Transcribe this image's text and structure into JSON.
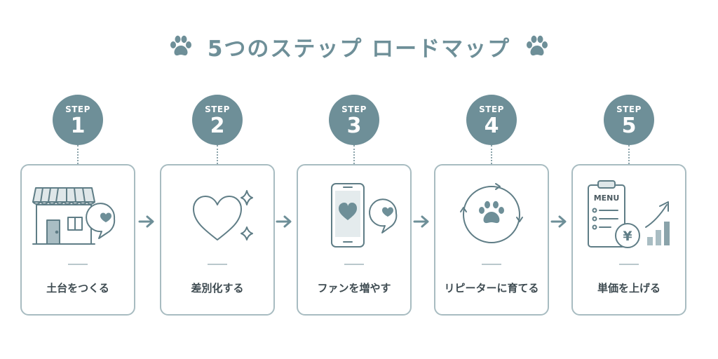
{
  "title": "5つのステップ ロードマップ",
  "icons": {
    "title_left": "paw-print-icon",
    "title_right": "paw-print-icon",
    "between_steps": "arrow-right-icon"
  },
  "colors": {
    "accent": "#6e8f98",
    "card_border": "#a8bcc1",
    "icon_stroke": "#5f7d86",
    "text": "#3e4b51"
  },
  "steps": [
    {
      "badge_label": "STEP",
      "number": "1",
      "label": "土台をつくる",
      "icon": "storefront-with-heart-bubble-icon"
    },
    {
      "badge_label": "STEP",
      "number": "2",
      "label": "差別化する",
      "icon": "heart-with-sparkles-icon"
    },
    {
      "badge_label": "STEP",
      "number": "3",
      "label": "ファンを増やす",
      "icon": "smartphone-with-heart-bubble-icon"
    },
    {
      "badge_label": "STEP",
      "number": "4",
      "label": "リピーターに育てる",
      "icon": "paw-cycle-icon"
    },
    {
      "badge_label": "STEP",
      "number": "5",
      "label": "単価を上げる",
      "icon": "menu-clipboard-yen-growth-icon"
    }
  ],
  "step5_menu_title": "MENU",
  "step5_currency": "¥"
}
